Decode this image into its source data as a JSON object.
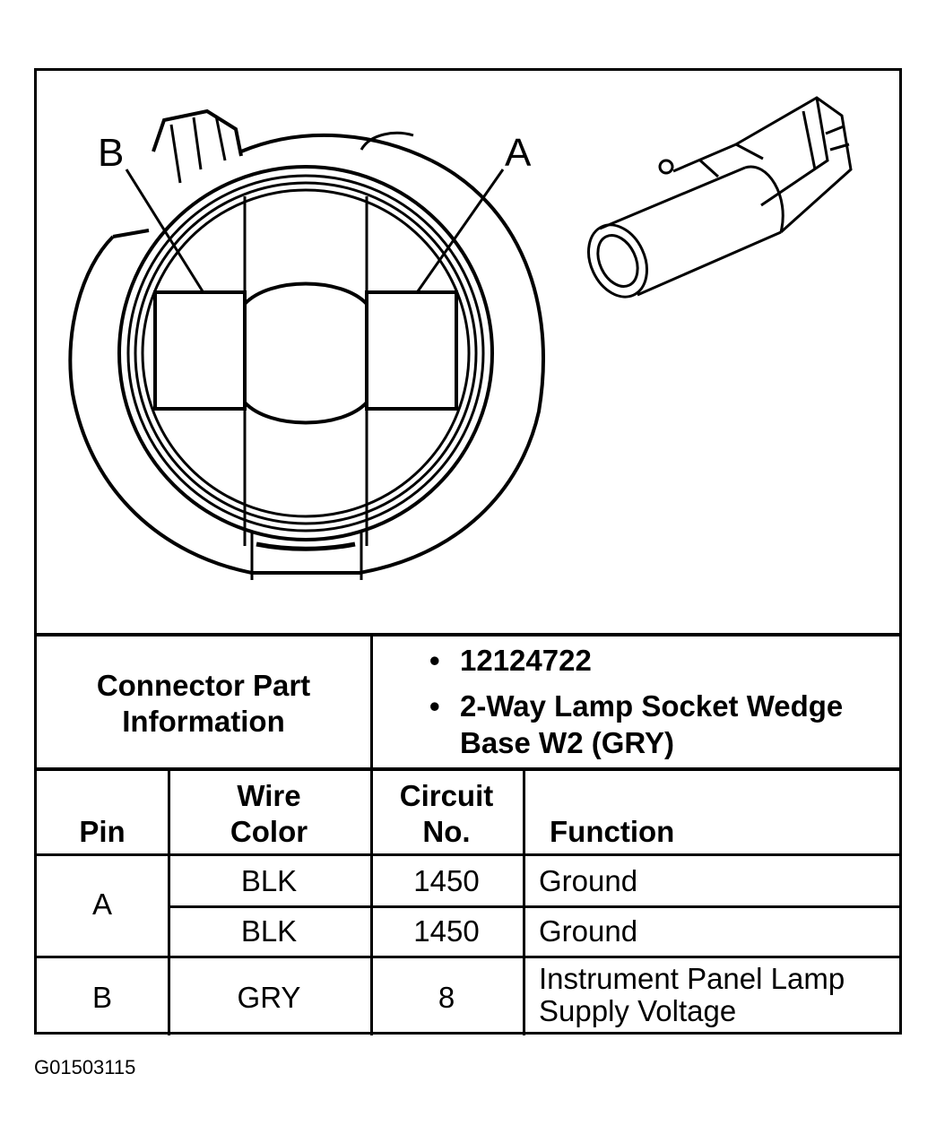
{
  "diagram": {
    "pin_labels": [
      "B",
      "A"
    ]
  },
  "connector_info": {
    "label_line1": "Connector Part",
    "label_line2": "Information",
    "part_number": "12124722",
    "description_line1": "2-Way Lamp Socket Wedge",
    "description_line2": "Base W2 (GRY)"
  },
  "pin_table": {
    "headers": {
      "pin": "Pin",
      "wire_color_line1": "Wire",
      "wire_color_line2": "Color",
      "circuit_line1": "Circuit",
      "circuit_line2": "No.",
      "function": "Function"
    },
    "rows": [
      {
        "pin": "A",
        "wire_color": "BLK",
        "circuit": "1450",
        "function": "Ground"
      },
      {
        "pin": "",
        "wire_color": "BLK",
        "circuit": "1450",
        "function": "Ground"
      },
      {
        "pin": "B",
        "wire_color": "GRY",
        "circuit": "8",
        "function_line1": "Instrument Panel Lamp",
        "function_line2": "Supply Voltage"
      }
    ]
  },
  "footer": {
    "code": "G01503115"
  }
}
